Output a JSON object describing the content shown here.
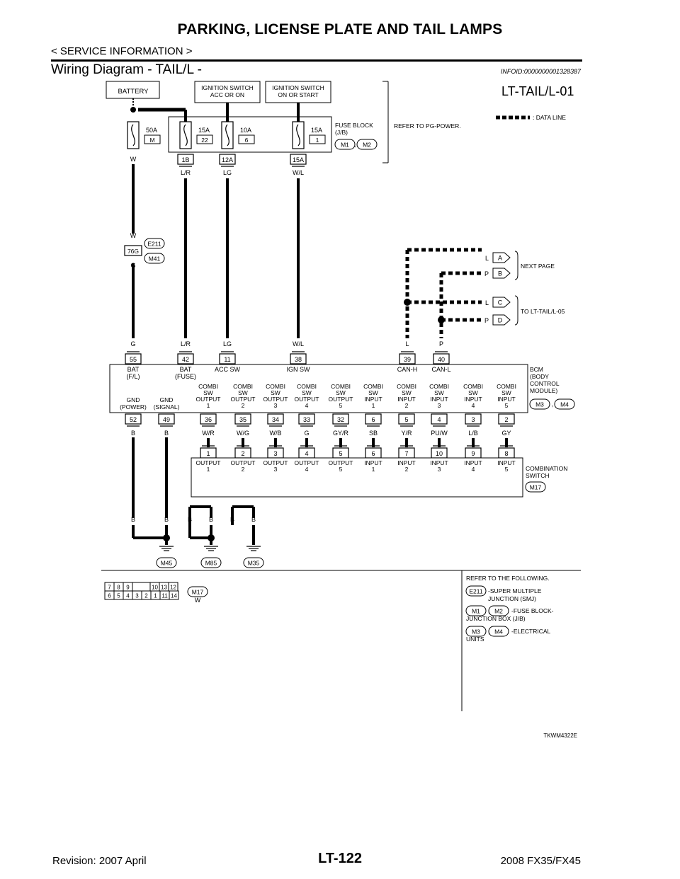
{
  "header": {
    "title": "PARKING, LICENSE PLATE AND TAIL LAMPS",
    "subtitle": "< SERVICE INFORMATION >",
    "section_title": "Wiring Diagram - TAIL/L -",
    "info_id": "INFOID:0000000001328387"
  },
  "diagram": {
    "code": "LT-TAIL/L-01",
    "battery_label": "BATTERY",
    "ign_acc": [
      "IGNITION SWITCH",
      "ACC OR ON"
    ],
    "ign_on": [
      "IGNITION SWITCH",
      "ON OR START"
    ],
    "fuse_block_label": [
      "FUSE BLOCK",
      "(J/B)"
    ],
    "refer_pg": "REFER TO PG-POWER.",
    "data_line": ": DATA LINE",
    "fuse_comma": ",",
    "fuses": [
      {
        "amp": "50A",
        "id": "M"
      },
      {
        "amp": "15A",
        "id": "22"
      },
      {
        "amp": "10A",
        "id": "6"
      },
      {
        "amp": "15A",
        "id": "1"
      }
    ],
    "fuse_terms": [
      "1B",
      "12A",
      "15A"
    ],
    "wire_top": [
      "W",
      "L/R",
      "LG",
      "W/L"
    ],
    "joint_w": "W",
    "joint_g": "G",
    "joint_term": "76G",
    "connectors": {
      "e211": "E211",
      "m41": "M41",
      "m1": "M1",
      "m2": "M2",
      "m3": "M3",
      "m4": "M4",
      "m17": "M17",
      "m45": "M45",
      "m85": "M85",
      "m35": "M35"
    },
    "arrows": [
      {
        "color": "L",
        "letter": "A"
      },
      {
        "color": "P",
        "letter": "B"
      },
      {
        "color": "L",
        "letter": "C"
      },
      {
        "color": "P",
        "letter": "D"
      }
    ],
    "next_page": "NEXT PAGE",
    "to_tail05": "TO LT-TAIL/L-05",
    "bcm_top_wires": [
      "G",
      "L/R",
      "LG",
      "W/L",
      "L",
      "P"
    ],
    "bcm_top_terms": [
      "55",
      "42",
      "11",
      "38",
      "39",
      "40"
    ],
    "bcm_top_labels": [
      [
        "BAT",
        "(F/L)"
      ],
      [
        "BAT",
        "(FUSE)"
      ],
      [
        "ACC SW"
      ],
      [
        "IGN SW"
      ],
      [
        "CAN-H"
      ],
      [
        "CAN-L"
      ]
    ],
    "bcm_label": [
      "BCM",
      "(BODY",
      "CONTROL",
      "MODULE)"
    ],
    "gnd_labels": [
      [
        "GND",
        "(POWER)"
      ],
      [
        "GND",
        "(SIGNAL)"
      ]
    ],
    "combi_labels": [
      [
        "COMBI",
        "SW",
        "OUTPUT",
        "1"
      ],
      [
        "COMBI",
        "SW",
        "OUTPUT",
        "2"
      ],
      [
        "COMBI",
        "SW",
        "OUTPUT",
        "3"
      ],
      [
        "COMBI",
        "SW",
        "OUTPUT",
        "4"
      ],
      [
        "COMBI",
        "SW",
        "OUTPUT",
        "5"
      ],
      [
        "COMBI",
        "SW",
        "INPUT",
        "1"
      ],
      [
        "COMBI",
        "SW",
        "INPUT",
        "2"
      ],
      [
        "COMBI",
        "SW",
        "INPUT",
        "3"
      ],
      [
        "COMBI",
        "SW",
        "INPUT",
        "4"
      ],
      [
        "COMBI",
        "SW",
        "INPUT",
        "5"
      ]
    ],
    "bcm_bot_terms": [
      "52",
      "49",
      "36",
      "35",
      "34",
      "33",
      "32",
      "6",
      "5",
      "4",
      "3",
      "2"
    ],
    "mid_wires": [
      "B",
      "B",
      "W/R",
      "W/G",
      "W/B",
      "G",
      "GY/R",
      "SB",
      "Y/R",
      "PU/W",
      "L/B",
      "GY"
    ],
    "sw_terms": [
      "1",
      "2",
      "3",
      "4",
      "5",
      "6",
      "7",
      "10",
      "9",
      "8"
    ],
    "sw_labels": [
      [
        "OUTPUT",
        "1"
      ],
      [
        "OUTPUT",
        "2"
      ],
      [
        "OUTPUT",
        "3"
      ],
      [
        "OUTPUT",
        "4"
      ],
      [
        "OUTPUT",
        "5"
      ],
      [
        "INPUT",
        "1"
      ],
      [
        "INPUT",
        "2"
      ],
      [
        "INPUT",
        "3"
      ],
      [
        "INPUT",
        "4"
      ],
      [
        "INPUT",
        "5"
      ]
    ],
    "combination_switch": [
      "COMBINATION",
      "SWITCH"
    ],
    "ground_wires": [
      "B",
      "B",
      "B",
      "B",
      "B",
      "B"
    ],
    "conn_grid_top": [
      "7",
      "8",
      "9",
      "10",
      "13",
      "12"
    ],
    "conn_grid_bot": [
      "6",
      "5",
      "4",
      "3",
      "2",
      "1",
      "11",
      "14"
    ],
    "conn_color": "W",
    "refer_heading": "REFER TO THE FOLLOWING.",
    "refer_items": [
      {
        "text": [
          "-SUPER MULTIPLE",
          "JUNCTION (SMJ)"
        ]
      },
      {
        "text": [
          "-FUSE BLOCK-",
          "JUNCTION BOX (J/B)"
        ]
      },
      {
        "text": [
          "-ELECTRICAL",
          "UNITS"
        ]
      }
    ],
    "figure_id": "TKWM4322E"
  },
  "footer": {
    "revision": "Revision: 2007 April",
    "page": "LT-122",
    "model": "2008 FX35/FX45"
  }
}
